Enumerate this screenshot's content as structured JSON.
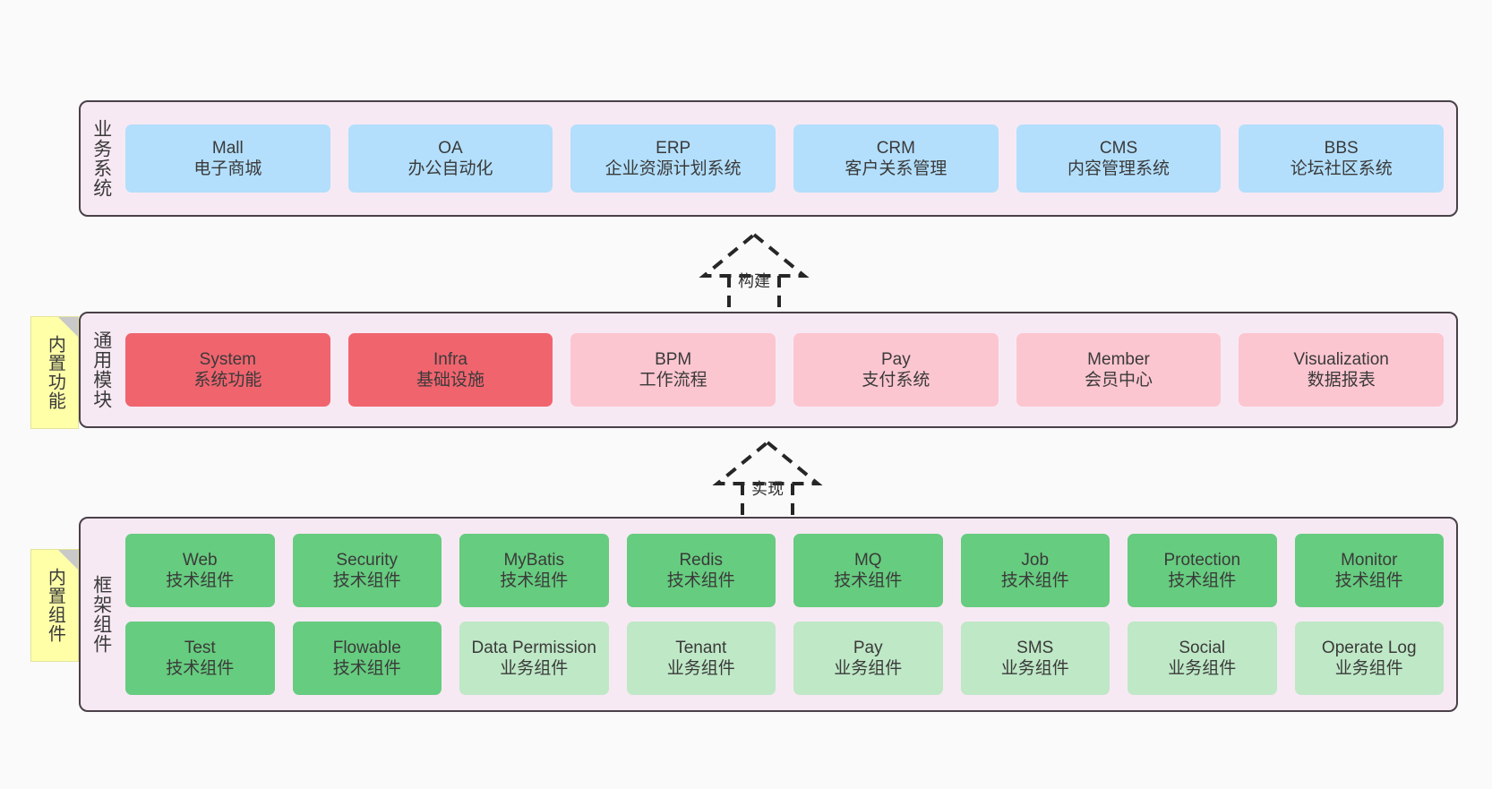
{
  "diagram": {
    "background_color": "#fafafa",
    "band_fill": "#f7e9f3",
    "band_border": "#4a4048",
    "note_fill": "#ffffa8",
    "colors": {
      "business_blue": "#b3dffc",
      "module_red": "#f0646e",
      "module_pink": "#fcc6d0",
      "framework_green": "#66cc7f",
      "framework_light_green": "#bfe8c6"
    }
  },
  "notes": [
    {
      "name": "builtin-features",
      "text": "内置功能"
    },
    {
      "name": "builtin-components",
      "text": "内置组件"
    }
  ],
  "connectors": [
    {
      "name": "build",
      "label": "构建",
      "style": "dashed-hollow-triangle",
      "direction": "up"
    },
    {
      "name": "implement",
      "label": "实现",
      "style": "dashed-hollow-triangle",
      "direction": "up"
    }
  ],
  "layers": [
    {
      "name": "business-systems",
      "title": "业务系统",
      "rows": [
        {
          "cells": [
            {
              "en": "Mall",
              "cn": "电子商城",
              "color": "#b3dffc"
            },
            {
              "en": "OA",
              "cn": "办公自动化",
              "color": "#b3dffc"
            },
            {
              "en": "ERP",
              "cn": "企业资源计划系统",
              "color": "#b3dffc"
            },
            {
              "en": "CRM",
              "cn": "客户关系管理",
              "color": "#b3dffc"
            },
            {
              "en": "CMS",
              "cn": "内容管理系统",
              "color": "#b3dffc"
            },
            {
              "en": "BBS",
              "cn": "论坛社区系统",
              "color": "#b3dffc"
            }
          ]
        }
      ]
    },
    {
      "name": "common-modules",
      "title": "通用模块",
      "rows": [
        {
          "cells": [
            {
              "en": "System",
              "cn": "系统功能",
              "color": "#f0646e"
            },
            {
              "en": "Infra",
              "cn": "基础设施",
              "color": "#f0646e"
            },
            {
              "en": "BPM",
              "cn": "工作流程",
              "color": "#fcc6d0"
            },
            {
              "en": "Pay",
              "cn": "支付系统",
              "color": "#fcc6d0"
            },
            {
              "en": "Member",
              "cn": "会员中心",
              "color": "#fcc6d0"
            },
            {
              "en": "Visualization",
              "cn": "数据报表",
              "color": "#fcc6d0"
            }
          ]
        }
      ]
    },
    {
      "name": "framework-components",
      "title": "框架组件",
      "rows": [
        {
          "cells": [
            {
              "en": "Web",
              "cn": "技术组件",
              "color": "#66cc7f"
            },
            {
              "en": "Security",
              "cn": "技术组件",
              "color": "#66cc7f"
            },
            {
              "en": "MyBatis",
              "cn": "技术组件",
              "color": "#66cc7f"
            },
            {
              "en": "Redis",
              "cn": "技术组件",
              "color": "#66cc7f"
            },
            {
              "en": "MQ",
              "cn": "技术组件",
              "color": "#66cc7f"
            },
            {
              "en": "Job",
              "cn": "技术组件",
              "color": "#66cc7f"
            },
            {
              "en": "Protection",
              "cn": "技术组件",
              "color": "#66cc7f"
            },
            {
              "en": "Monitor",
              "cn": "技术组件",
              "color": "#66cc7f"
            }
          ]
        },
        {
          "cells": [
            {
              "en": "Test",
              "cn": "技术组件",
              "color": "#66cc7f"
            },
            {
              "en": "Flowable",
              "cn": "技术组件",
              "color": "#66cc7f"
            },
            {
              "en": "Data Permission",
              "cn": "业务组件",
              "color": "#bfe8c6"
            },
            {
              "en": "Tenant",
              "cn": "业务组件",
              "color": "#bfe8c6"
            },
            {
              "en": "Pay",
              "cn": "业务组件",
              "color": "#bfe8c6"
            },
            {
              "en": "SMS",
              "cn": "业务组件",
              "color": "#bfe8c6"
            },
            {
              "en": "Social",
              "cn": "业务组件",
              "color": "#bfe8c6"
            },
            {
              "en": "Operate Log",
              "cn": "业务组件",
              "color": "#bfe8c6"
            }
          ]
        }
      ]
    }
  ]
}
